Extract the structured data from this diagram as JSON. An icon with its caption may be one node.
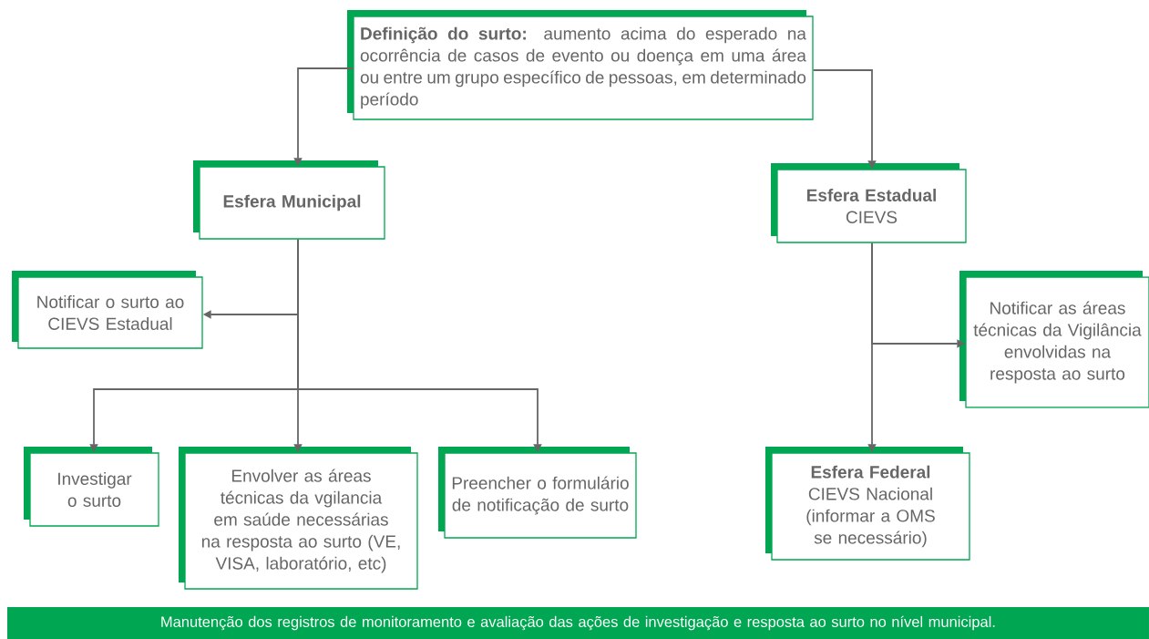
{
  "diagram": {
    "nodes": [
      {
        "text": [
          "**Definição do surto:** aumento acima do esperado na ocorrência de casos de evento ou doença em uma área ou entre um grupo específico de pessoas, em determinado período"
        ]
      },
      {
        "text": [
          "Esfera Municipal"
        ]
      },
      {
        "text": [
          "Esfera Estadual",
          "CIEVS"
        ]
      },
      {
        "text": [
          "Notificar o surto ao CIEVS Estadual"
        ]
      },
      {
        "text": [
          "Notificar as áreas técnicas da Vigilância envolvidas na resposta ao surto"
        ]
      },
      {
        "text": [
          "Investigar o surto"
        ]
      },
      {
        "text": [
          "Envolver as áreas técnicas da vgilancia em saúde necessárias na resposta ao surto  (VE, VISA, laboratório, etc)"
        ]
      },
      {
        "text": [
          "Preencher o formulário de notificação de surto"
        ]
      },
      {
        "text": [
          "Esfera Federal",
          "CIEVS Nacional (informar a OMS se necessário)"
        ]
      },
      {
        "text": [
          "Manutenção dos registros de monitoramento e avaliação das ações de investigação e resposta ao surto no nível municipal."
        ]
      }
    ],
    "edges": [
      {
        "from": 0,
        "to": 1,
        "arrow": "to"
      },
      {
        "from": 0,
        "to": 2,
        "arrow": "to"
      },
      {
        "from": 1,
        "to": 3,
        "arrow": "to"
      },
      {
        "from": 1,
        "to": 5,
        "arrow": "to"
      },
      {
        "from": 1,
        "to": 6,
        "arrow": "to"
      },
      {
        "from": 1,
        "to": 7,
        "arrow": "to"
      },
      {
        "from": 2,
        "to": 4,
        "arrow": "to"
      },
      {
        "from": 2,
        "to": 8,
        "arrow": "to"
      }
    ]
  }
}
